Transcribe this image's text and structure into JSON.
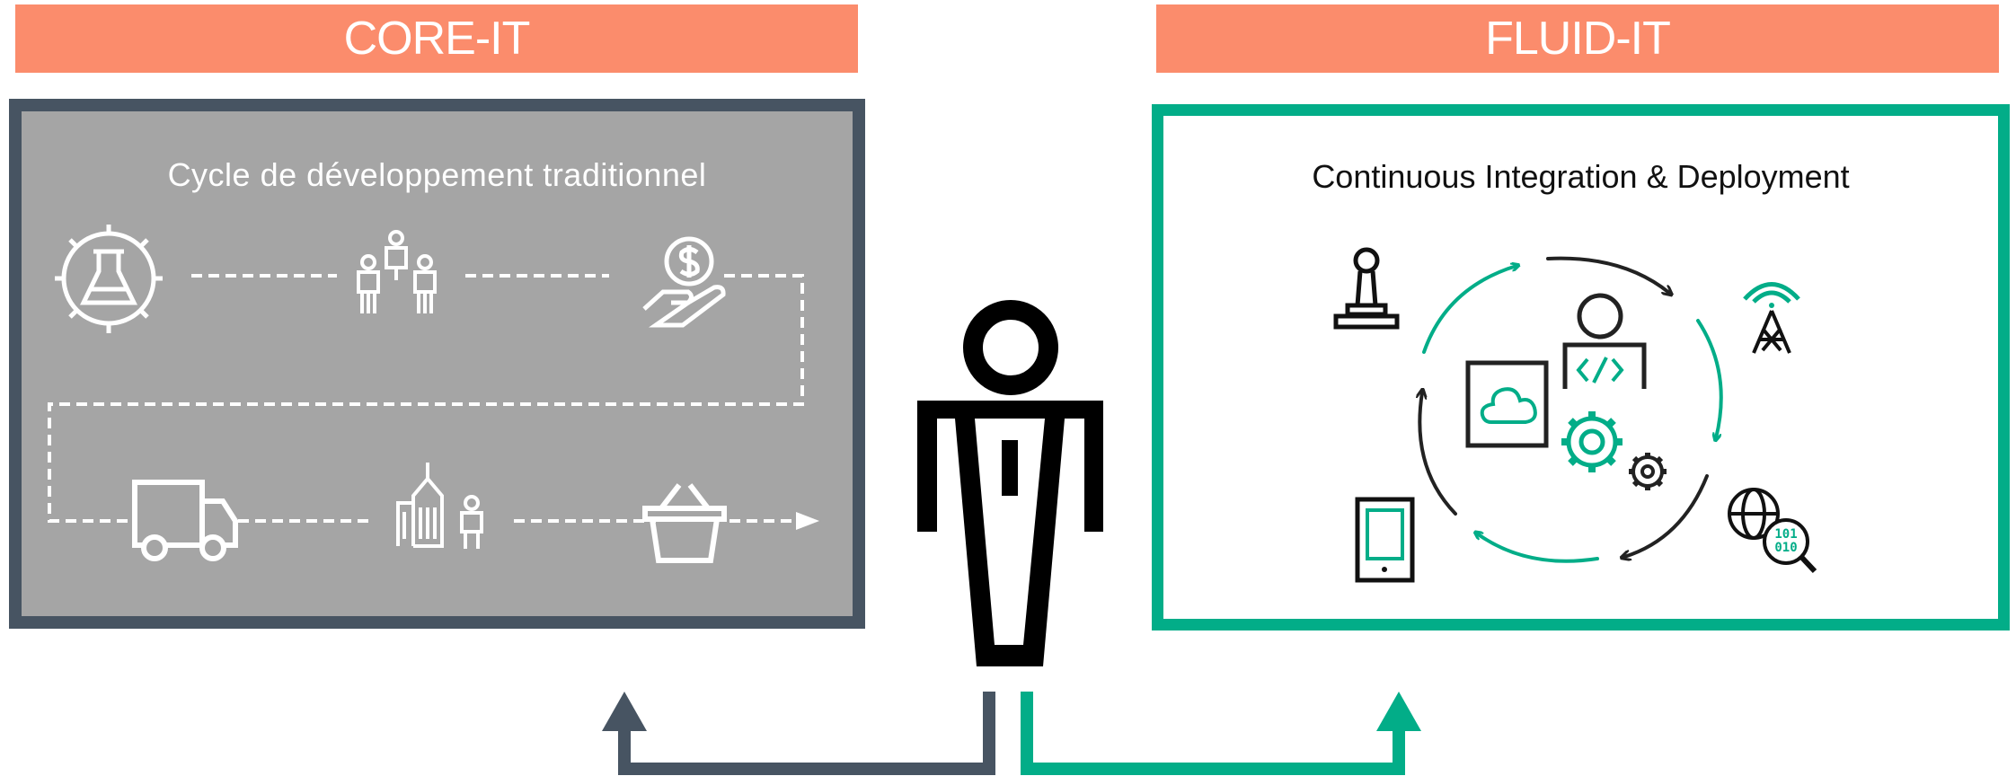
{
  "core": {
    "banner": "CORE-IT",
    "title": "Cycle de développement traditionnel",
    "colors": {
      "banner": "#fb8c6c",
      "panel_bg": "#a5a5a5",
      "panel_border": "#475462",
      "arrow": "#475462"
    },
    "icons": [
      "lab-flask-gear-icon",
      "team-people-icon",
      "dollar-hand-icon",
      "delivery-truck-icon",
      "city-person-icon",
      "shopping-basket-icon"
    ]
  },
  "fluid": {
    "banner": "FLUID-IT",
    "title": "Continuous Integration & Deployment",
    "colors": {
      "banner": "#fb8c6c",
      "panel_border": "#02ad88",
      "accent": "#02ad88",
      "arrow": "#02ad88"
    },
    "icons": [
      "joystick-icon",
      "radio-tower-icon",
      "tablet-icon",
      "globe-binary-search-icon",
      "developer-code-icon",
      "cloud-icon",
      "gear-icon",
      "small-gear-icon"
    ]
  },
  "center": {
    "icon": "business-person-icon"
  }
}
